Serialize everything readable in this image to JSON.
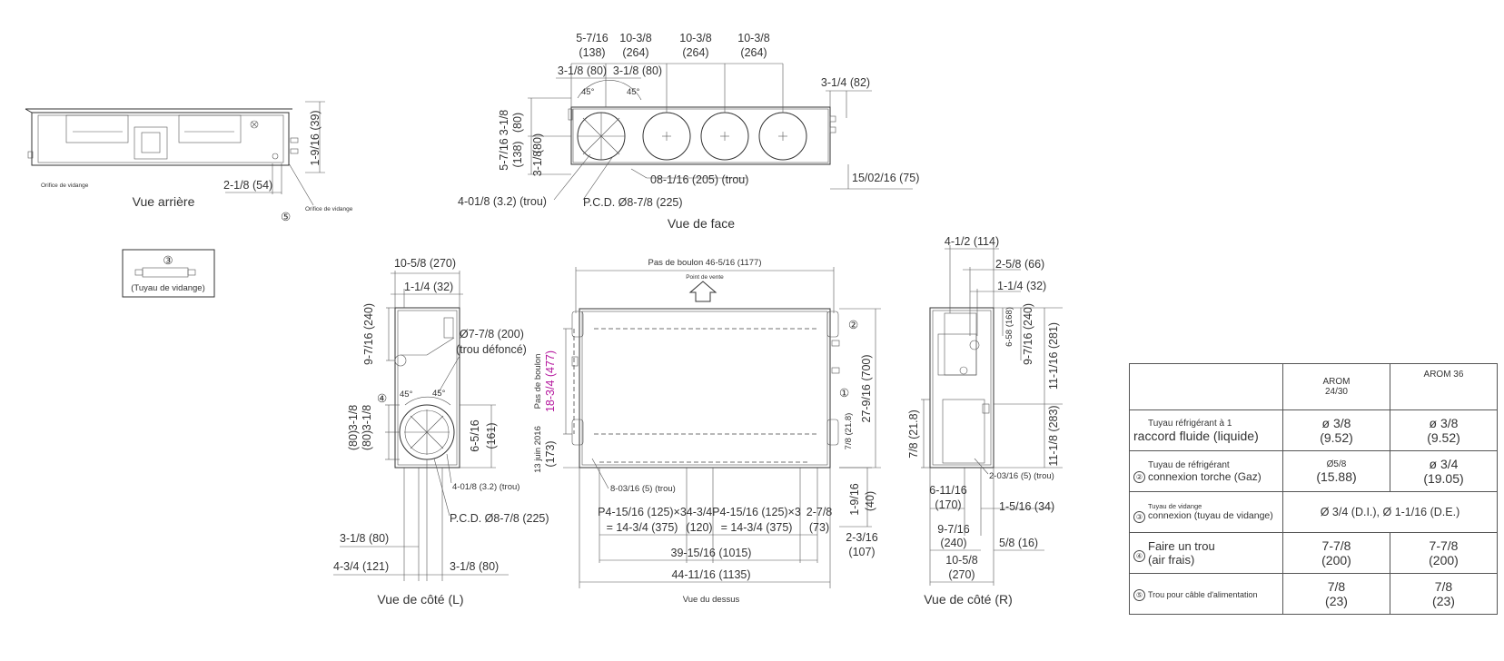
{
  "views": {
    "rear": {
      "title": "Vue arrière",
      "dim_right": "1-9/16 (39)",
      "dim_bottom": "2-1/8 (54)",
      "drain_left": "Orifice de vidange",
      "drain_right": "Orifice de vidange",
      "marker": "⑤"
    },
    "drain_pipe": {
      "marker": "③",
      "label": "(Tuyau de vidange)"
    },
    "front": {
      "title": "Vue de face",
      "top_dims": [
        "5-7/16",
        "(138)",
        "10-3/8",
        "(264)",
        "10-3/8",
        "(264)",
        "10-3/8",
        "(264)"
      ],
      "dim_31880a": "3-1/8 (80)",
      "dim_31880b": "3-1/8 (80)",
      "angle": "45°",
      "dim_3_14": "3-1/4 (82)",
      "left_v1": "3-1/8",
      "left_v1b": "(80)",
      "left_v2": "5-7/16",
      "left_v2b": "(138)",
      "left_v3": "3-1/8",
      "left_v3b": "(80)",
      "hole_label": "08-1/16 (205) (trou)",
      "hole_small": "4-01/8 (3.2) (trou)",
      "pcd": "P.C.D. Ø8-7/8 (225)",
      "right_bottom": "15/02/16 (75)"
    },
    "side_l": {
      "title": "Vue de côté (L)",
      "top1": "10-5/8 (270)",
      "top2": "1-1/4 (32)",
      "left1": "9-7/16 (240)",
      "hole": "Ø7-7/8 (200)",
      "hole2": "(trou défoncé)",
      "marker": "④",
      "angle": "45°",
      "left2a": "3-1/8",
      "left2b": "(80)",
      "left3a": "3-1/8",
      "left3b": "(80)",
      "right1": "6-5/16",
      "right1b": "(161)",
      "hole_small": "4-01/8 (3.2) (trou)",
      "pcd": "P.C.D. Ø8-7/8 (225)",
      "bot1": "3-1/8 (80)",
      "bot2": "4-3/4 (121)",
      "bot3": "3-1/8 (80)"
    },
    "top": {
      "title": "Vue du dessus",
      "bolt": "Pas de boulon 46-5/16 (1177)",
      "vent": "Point de vente",
      "left_label": "Pas de boulon",
      "left_dim": "18-3/4 (477)",
      "left_date": "13 juin 2016",
      "left_173": "(173)",
      "right1": "27-9/16 (700)",
      "right2": "7/8 (21.8)",
      "m1": "①",
      "m2": "②",
      "hole": "8-03/16 (5) (trou)",
      "seg1a": "P4-15/16 (125)×3",
      "seg1b": "= 14-3/4 (375)",
      "seg2a": "4-3/4",
      "seg2b": "(120)",
      "seg3a": "P4-15/16 (125)×3",
      "seg3b": "= 14-3/4 (375)",
      "seg4a": "2-7/8",
      "seg4b": "(73)",
      "r_a": "1-9/16",
      "r_b": "(40)",
      "r_c": "2-3/16",
      "r_d": "(107)",
      "total1": "39-15/16 (1015)",
      "total2": "44-11/16 (1135)"
    },
    "side_r": {
      "title": "Vue de côté (R)",
      "t1": "4-1/2 (114)",
      "t2": "2-5/8 (66)",
      "t3": "1-1/4 (32)",
      "v1": "6-58 (168)",
      "v2": "9-7/16 (240)",
      "v3": "11-1/16 (281)",
      "v4": "11-1/8 (283)",
      "left": "7/8 (21.8)",
      "hole": "2-03/16 (5) (trou)",
      "b1a": "6-11/16",
      "b1b": "(170)",
      "b2": "1-5/16 (34)",
      "b3a": "9-7/16",
      "b3b": "(240)",
      "b4": "5/8 (16)",
      "b5a": "10-5/8",
      "b5b": "(270)"
    }
  },
  "table": {
    "headers": [
      "",
      "AROM 24/30",
      "AROM 36"
    ],
    "h1a": "AROM",
    "h1b": "24/30",
    "h2": "AROM 36",
    "rows": [
      {
        "l1": "Tuyau réfrigérant à 1",
        "l2": "raccord fluide (liquide)",
        "v1a": "ø 3/8",
        "v1b": "(9.52)",
        "v2a": "ø 3/8",
        "v2b": "(9.52)"
      },
      {
        "num": "②",
        "l1": "Tuyau de réfrigérant",
        "l2": "connexion torche (Gaz)",
        "v1a": "Ø5/8",
        "v1b": "(15.88)",
        "v2a": "ø 3/4",
        "v2b": "(19.05)"
      },
      {
        "num": "③",
        "l1": "Tuyau de vidange",
        "l2": "connexion (tuyau de vidange)",
        "v": "Ø 3/4 (D.I.), Ø 1-1/16 (D.E.)"
      },
      {
        "num": "④",
        "l1": "Faire un trou",
        "l2": "(air frais)",
        "v1a": "7-7/8",
        "v1b": "(200)",
        "v2a": "7-7/8",
        "v2b": "(200)"
      },
      {
        "num": "⑤",
        "l1": "Trou pour câble d'alimentation",
        "v1a": "7/8",
        "v1b": "(23)",
        "v2a": "7/8",
        "v2b": "(23)"
      }
    ]
  }
}
